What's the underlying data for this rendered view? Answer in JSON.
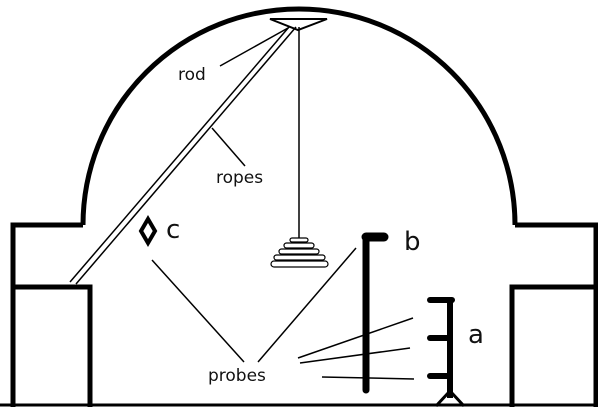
{
  "diagram": {
    "labels": {
      "rod": "rod",
      "ropes": "ropes",
      "probes": "probes",
      "a": "a",
      "b": "b",
      "c": "c"
    },
    "colors": {
      "ink": "#000000",
      "background": "#ffffff"
    }
  }
}
